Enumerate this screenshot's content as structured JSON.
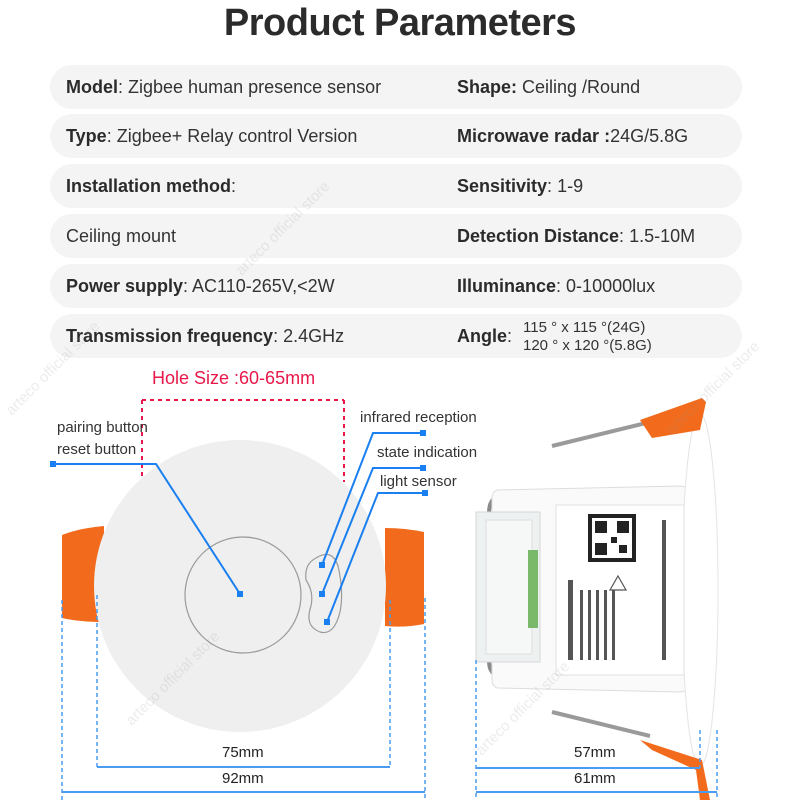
{
  "page": {
    "title": "Product Parameters"
  },
  "parameters": {
    "rows": [
      {
        "left": {
          "label": "Model",
          "sep": ": ",
          "value": "Zigbee human presence sensor"
        },
        "right": {
          "label": "Shape:",
          "sep": " ",
          "value": "Ceiling /Round"
        }
      },
      {
        "left": {
          "label": "Type",
          "sep": ": ",
          "value": "Zigbee+ Relay control Version"
        },
        "right": {
          "label": "Microwave radar :",
          "sep": "",
          "value": "24G/5.8G"
        }
      },
      {
        "left": {
          "label": "Installation method",
          "sep": ":",
          "value": ""
        },
        "right": {
          "label": "Sensitivity",
          "sep": ": ",
          "value": "1-9"
        }
      },
      {
        "left": {
          "label": "",
          "sep": "",
          "value": "Ceiling mount"
        },
        "right": {
          "label": "Detection Distance",
          "sep": ": ",
          "value": "1.5-10M"
        }
      },
      {
        "left": {
          "label": "Power supply",
          "sep": ": ",
          "value": "AC110-265V,<2W"
        },
        "right": {
          "label": "Illuminance",
          "sep": ": ",
          "value": "0-10000lux"
        }
      },
      {
        "left": {
          "label": "Transmission frequency",
          "sep": ": ",
          "value": "2.4GHz"
        },
        "right": {
          "label": "Angle",
          "sep": ":",
          "value_line1": "115 ° x 115 °(24G)",
          "value_line2": "120 ° x 120 °(5.8G)"
        }
      }
    ]
  },
  "diagram": {
    "hole_size": "Hole Size :60-65mm",
    "callouts": {
      "pairing_button": "pairing button",
      "reset_button": "reset button",
      "infrared_reception": "infrared reception",
      "state_indication": "state indication",
      "light_sensor": "light sensor"
    },
    "dimensions": {
      "front_inner": "75mm",
      "front_outer": "92mm",
      "side_inner": "57mm",
      "side_outer": "61mm"
    },
    "colors": {
      "callout_line": "#1a7ff0",
      "dimension_line": "#4a9cf0",
      "hole_marker": "#e8174a",
      "clip_orange": "#f26a1b",
      "row_bg": "#f4f4f4"
    }
  },
  "watermark": "arteco official store"
}
